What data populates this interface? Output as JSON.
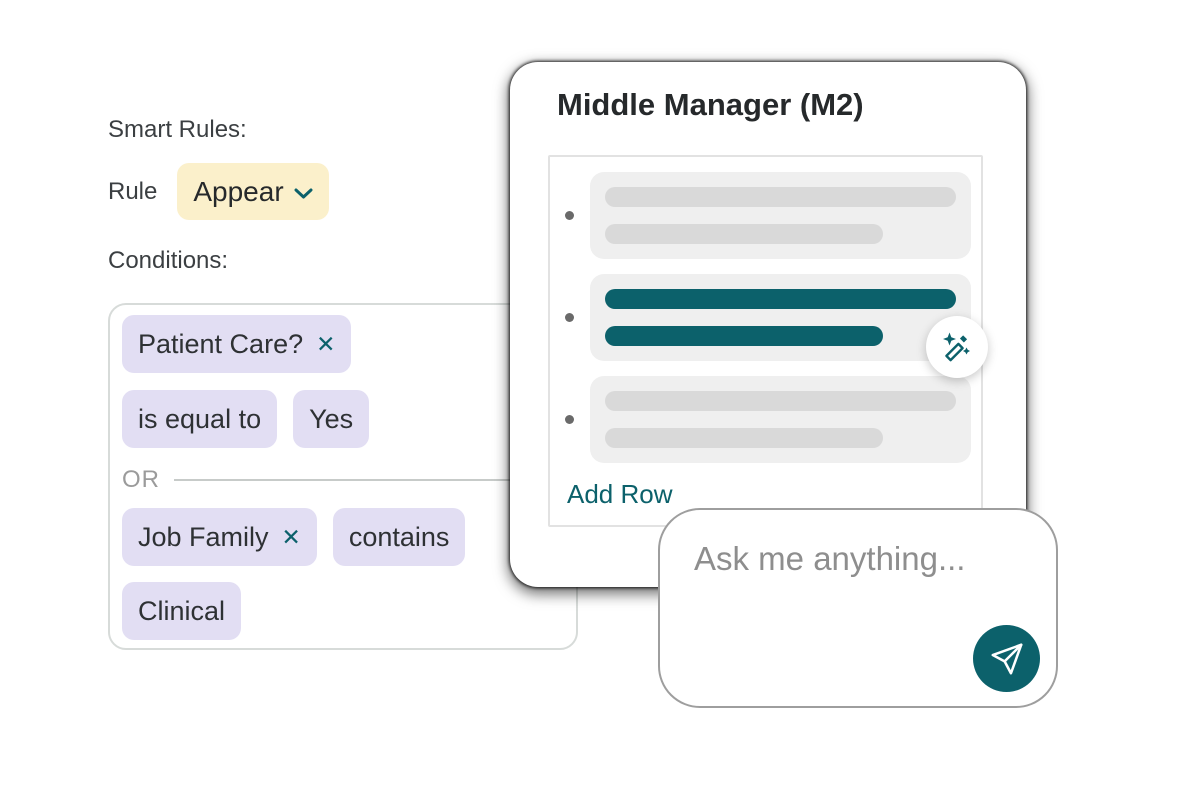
{
  "colors": {
    "teal": "#0C616B",
    "lavender_chip": "#E2DEF3",
    "cream_button": "#FBF0CB",
    "skeleton_block": "#EFEFEF",
    "skeleton_bar": "#D9D9D9",
    "muted_text": "#9B9B9B",
    "label_text": "#3B3F42"
  },
  "smart_rules": {
    "section_label": "Smart Rules:",
    "rule_label": "Rule",
    "rule_value": "Appear",
    "conditions_label": "Conditions:",
    "join_operator": "OR",
    "condition_groups": [
      {
        "field": "Patient Care?",
        "operator": "is equal to",
        "value": "Yes"
      },
      {
        "field": "Job Family",
        "operator": "contains",
        "value": "Clinical"
      }
    ]
  },
  "card": {
    "title": "Middle Manager (M2)",
    "add_row_label": "Add Row",
    "items": [
      "placeholder",
      "highlighted",
      "placeholder"
    ]
  },
  "ask_bar": {
    "placeholder": "Ask me anything..."
  },
  "icons": {
    "remove": "✕",
    "chevron_down": "chevron-down",
    "magic_wand": "magic-wand",
    "send": "paper-plane-send",
    "bullet": "list-bullet"
  }
}
